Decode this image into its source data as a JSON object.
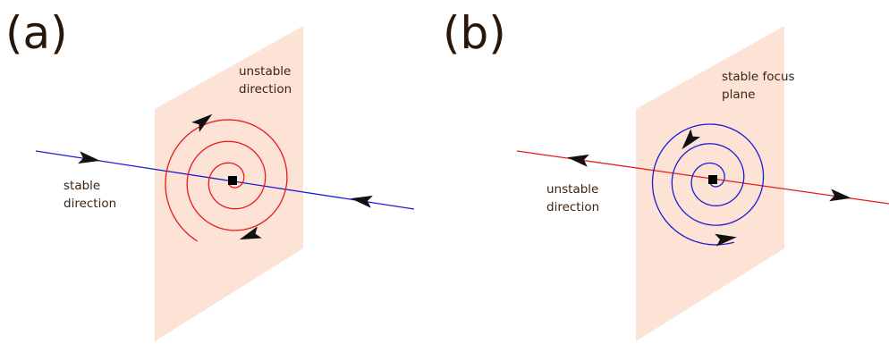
{
  "colors": {
    "plane": "#fde3d5",
    "red": "#e8191c",
    "blue": "#1b1bd6",
    "arrowhead": "#111111",
    "fixed_point": "#000000",
    "text": "#3a2414"
  },
  "panel_a": {
    "label": "(a)",
    "plane_annotation_line1": "unstable",
    "plane_annotation_line2": "direction",
    "axis_annotation_line1": "stable",
    "axis_annotation_line2": "direction",
    "spiral_color": "red",
    "axis_color": "blue"
  },
  "panel_b": {
    "label": "(b)",
    "plane_annotation_line1": "stable focus",
    "plane_annotation_line2": "plane",
    "axis_annotation_line1": "unstable",
    "axis_annotation_line2": "direction",
    "spiral_color": "blue",
    "axis_color": "red"
  }
}
